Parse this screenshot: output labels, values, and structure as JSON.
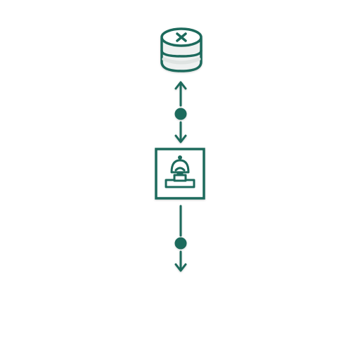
{
  "diagram": {
    "nodes": [
      {
        "id": "database",
        "icon": "database-error-icon"
      },
      {
        "id": "server",
        "icon": "server-terminal-icon"
      }
    ],
    "edges": [
      {
        "from": "database",
        "to": "server",
        "direction": "bidirectional",
        "midpoint": "dot"
      },
      {
        "from": "server",
        "to": "",
        "direction": "down",
        "midpoint": "dot"
      }
    ]
  },
  "colors": {
    "stroke": "#1e6b5c",
    "accent": "#1e6b5c",
    "fill_light": "#f4f6f5",
    "fill_shade": "#dfe4e2",
    "background": "#ffffff"
  }
}
